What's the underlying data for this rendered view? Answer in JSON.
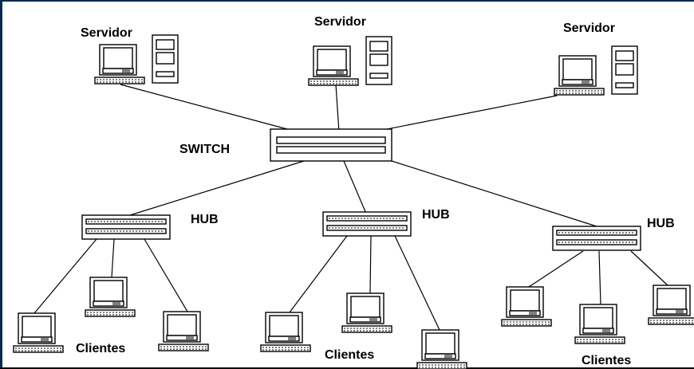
{
  "labels": {
    "server": "Servidor",
    "switch": "SWITCH",
    "hub": "HUB",
    "clients": "Clientes"
  },
  "colors": {
    "line": "#000000",
    "background": "#ffffff",
    "frame": "#0a2a4a"
  },
  "icons": {
    "server": "server-workstation-icon",
    "switch": "network-switch-icon",
    "hub": "network-hub-icon",
    "client": "client-computer-icon"
  }
}
